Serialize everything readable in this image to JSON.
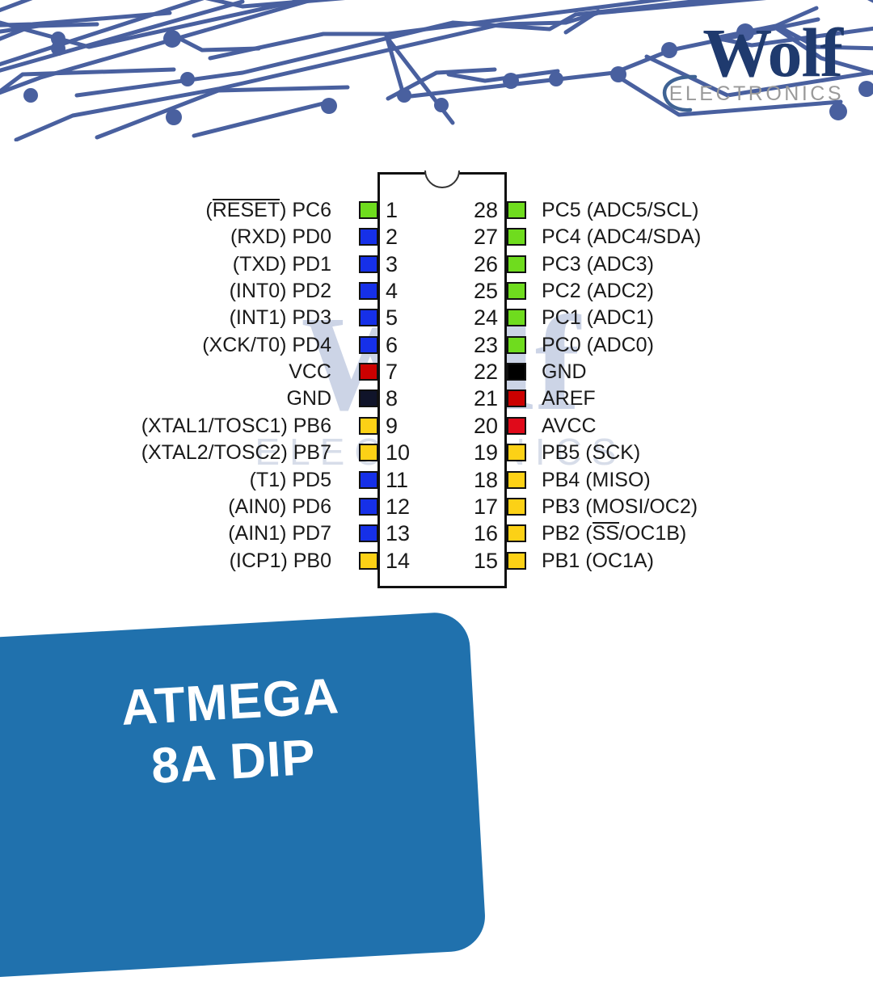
{
  "brand": {
    "logo_primary": "Wolf",
    "logo_secondary": "ELECTRONICS",
    "swoosh_icon": "swoosh-arc-icon"
  },
  "watermark": {
    "primary": "Wolf",
    "secondary": "ELECTRONICS"
  },
  "banner": {
    "line1": "ATMEGA",
    "line2": "8A DIP",
    "color": "#2071ad"
  },
  "decor": {
    "pcb_trace_color": "#49609f",
    "pcb_label": "pcb-trace-pattern"
  },
  "chip": {
    "notch_icon": "chip-notch-icon",
    "outline_color": "#111111",
    "pin_colors": {
      "green": "#6fdc1e",
      "blue": "#1630e8",
      "yellow": "#fcd116",
      "red": "#e00a1a",
      "dark_red": "#cc0000",
      "black": "#000000",
      "navy_black": "#10142a"
    },
    "pins_left": [
      {
        "num": "1",
        "label_pre": "(",
        "label_over": "RESET",
        "label_post": ") PC6",
        "color": "#6fdc1e"
      },
      {
        "num": "2",
        "label": "(RXD) PD0",
        "color": "#1630e8"
      },
      {
        "num": "3",
        "label": "(TXD) PD1",
        "color": "#1630e8"
      },
      {
        "num": "4",
        "label": "(INT0) PD2",
        "color": "#1630e8"
      },
      {
        "num": "5",
        "label": "(INT1) PD3",
        "color": "#1630e8"
      },
      {
        "num": "6",
        "label": "(XCK/T0) PD4",
        "color": "#1630e8"
      },
      {
        "num": "7",
        "label": "VCC",
        "color": "#cc0000"
      },
      {
        "num": "8",
        "label": "GND",
        "color": "#10142a"
      },
      {
        "num": "9",
        "label": "(XTAL1/TOSC1) PB6",
        "color": "#fcd116"
      },
      {
        "num": "10",
        "label": "(XTAL2/TOSC2) PB7",
        "color": "#fcd116"
      },
      {
        "num": "11",
        "label": "(T1) PD5",
        "color": "#1630e8"
      },
      {
        "num": "12",
        "label": "(AIN0) PD6",
        "color": "#1630e8"
      },
      {
        "num": "13",
        "label": "(AIN1) PD7",
        "color": "#1630e8"
      },
      {
        "num": "14",
        "label": "(ICP1) PB0",
        "color": "#fcd116"
      }
    ],
    "pins_right": [
      {
        "num": "28",
        "label": "PC5 (ADC5/SCL)",
        "color": "#6fdc1e"
      },
      {
        "num": "27",
        "label": "PC4 (ADC4/SDA)",
        "color": "#6fdc1e"
      },
      {
        "num": "26",
        "label": "PC3 (ADC3)",
        "color": "#6fdc1e"
      },
      {
        "num": "25",
        "label": "PC2 (ADC2)",
        "color": "#6fdc1e"
      },
      {
        "num": "24",
        "label": "PC1 (ADC1)",
        "color": "#6fdc1e"
      },
      {
        "num": "23",
        "label": "PC0 (ADC0)",
        "color": "#6fdc1e"
      },
      {
        "num": "22",
        "label": "GND",
        "color": "#000000"
      },
      {
        "num": "21",
        "label": "AREF",
        "color": "#cc0000"
      },
      {
        "num": "20",
        "label": "AVCC",
        "color": "#e00a1a"
      },
      {
        "num": "19",
        "label": "PB5 (SCK)",
        "color": "#fcd116"
      },
      {
        "num": "18",
        "label": "PB4 (MISO)",
        "color": "#fcd116"
      },
      {
        "num": "17",
        "label": "PB3 (MOSI/OC2)",
        "color": "#fcd116"
      },
      {
        "num": "16",
        "label_pre": "PB2 (",
        "label_over": "SS",
        "label_post": "/OC1B)",
        "color": "#fcd116"
      },
      {
        "num": "15",
        "label": "PB1 (OC1A)",
        "color": "#fcd116"
      }
    ]
  }
}
